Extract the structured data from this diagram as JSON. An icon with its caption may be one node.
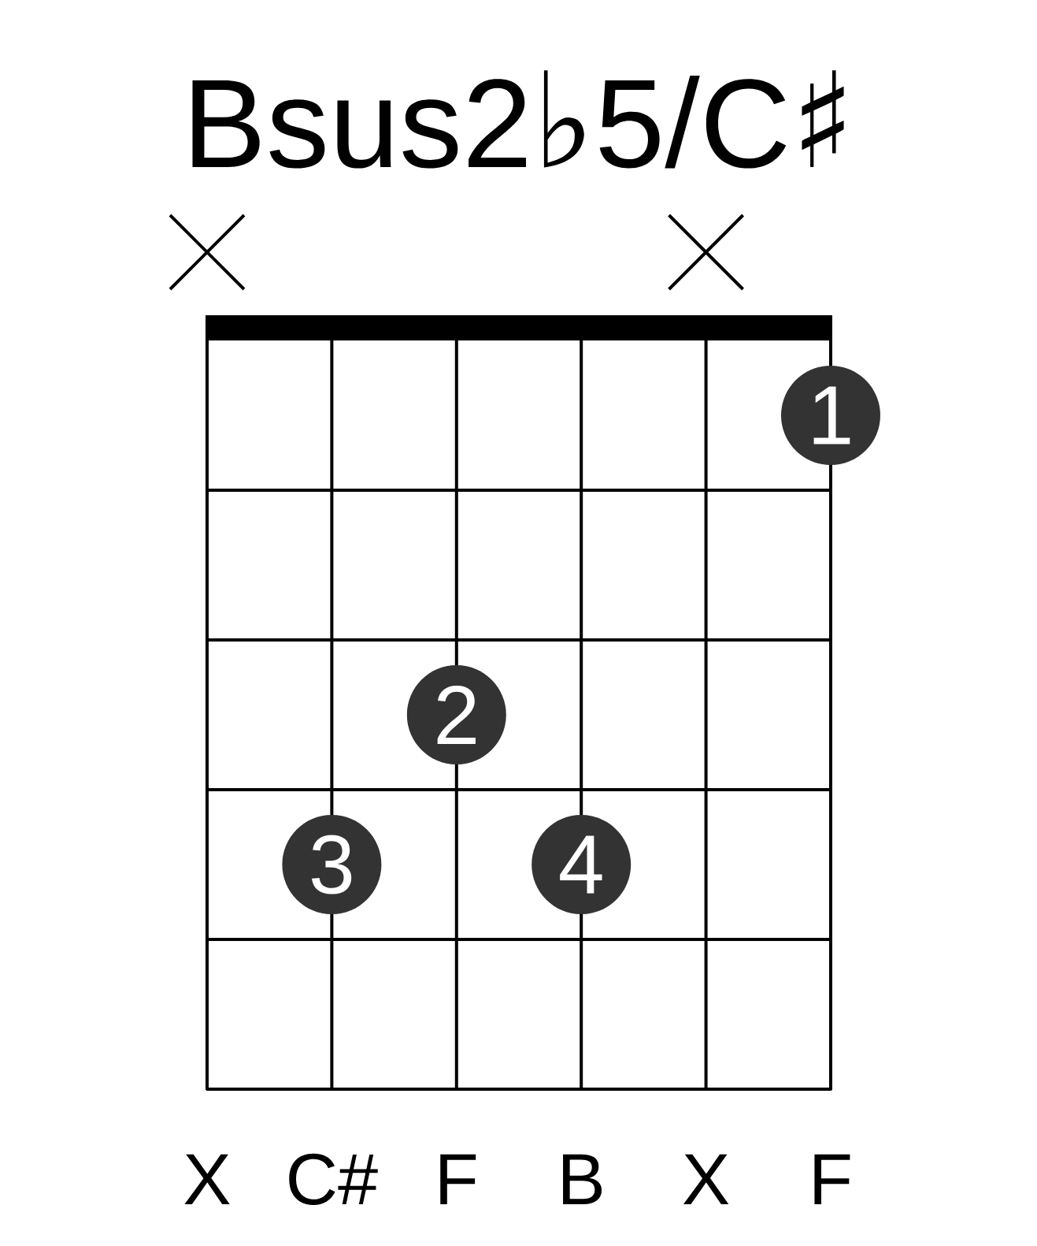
{
  "diagram": {
    "title": "Bsus2♭5/C♯",
    "nodes": [
      {
        "text": [
          "1"
        ]
      },
      {
        "text": [
          "2"
        ]
      },
      {
        "text": [
          "3"
        ]
      },
      {
        "text": [
          "4"
        ]
      }
    ],
    "labels": [
      "X",
      "C#",
      "F",
      "B",
      "X",
      "F"
    ]
  }
}
